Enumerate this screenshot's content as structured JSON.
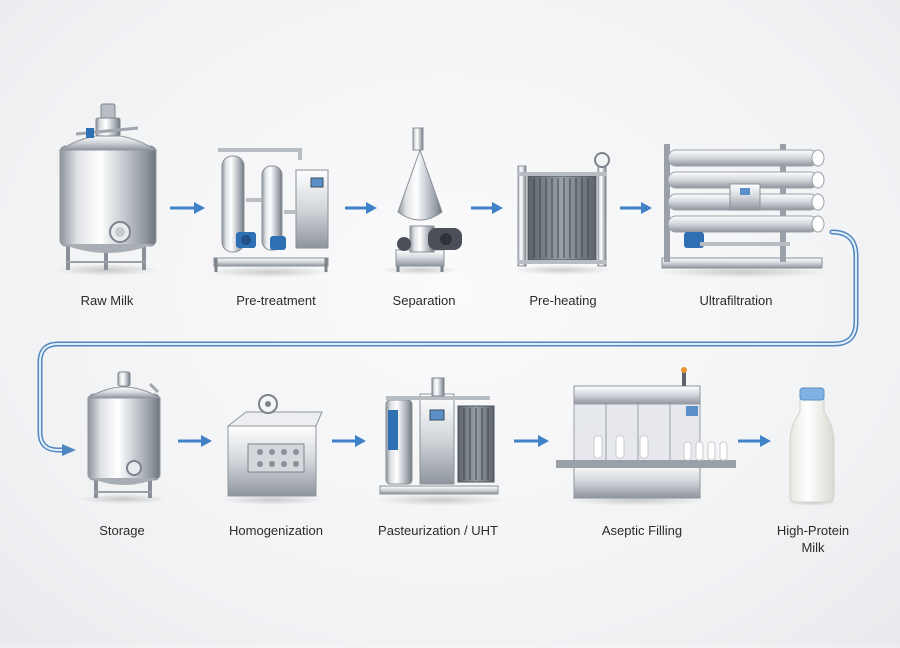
{
  "colors": {
    "arrow": "#3f82c7",
    "connector_light": "#d6e6f6",
    "connector_dark": "#4f86c0",
    "steel_light": "#f4f5f7",
    "steel_mid": "#c5c9cf",
    "steel_dark": "#7d838b",
    "pump_blue": "#2f6fb3",
    "panel_screen": "#5a8fc9",
    "milk": "#fbfbf7",
    "cap": "#7fb2e2"
  },
  "steps": [
    {
      "id": "raw-milk",
      "label": "Raw Milk",
      "icon": "storage-tank-icon"
    },
    {
      "id": "pre-treatment",
      "label": "Pre-treatment",
      "icon": "pretreatment-skid-icon"
    },
    {
      "id": "separation",
      "label": "Separation",
      "icon": "centrifugal-separator-icon"
    },
    {
      "id": "pre-heating",
      "label": "Pre-heating",
      "icon": "plate-heat-exchanger-icon"
    },
    {
      "id": "ultrafiltration",
      "label": "Ultrafiltration",
      "icon": "membrane-filtration-icon"
    },
    {
      "id": "storage",
      "label": "Storage",
      "icon": "storage-tank-icon"
    },
    {
      "id": "homogenization",
      "label": "Homogenization",
      "icon": "homogenizer-icon"
    },
    {
      "id": "pasteurization",
      "label": "Pasteurization / UHT",
      "icon": "pasteurizer-icon"
    },
    {
      "id": "aseptic-filling",
      "label": "Aseptic Filling",
      "icon": "filling-machine-icon"
    },
    {
      "id": "high-protein-milk",
      "label_lines": [
        "High-Protein",
        "Milk"
      ],
      "icon": "milk-bottle-icon"
    }
  ]
}
